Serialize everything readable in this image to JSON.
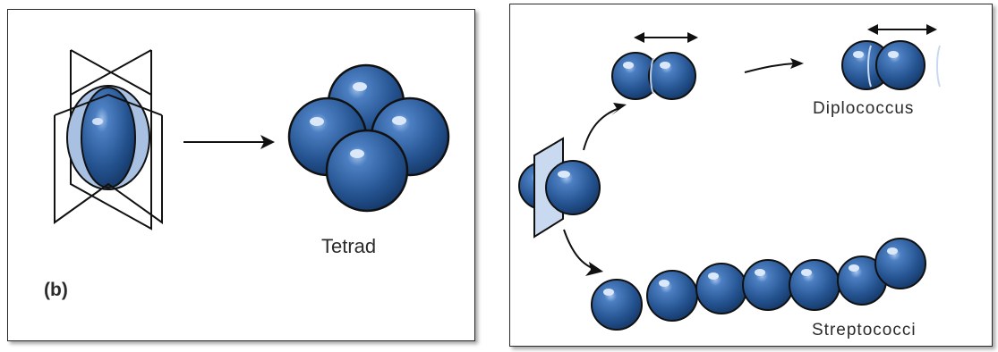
{
  "colors": {
    "cell_fill": "#2f5f9e",
    "cell_dark": "#1b3f73",
    "cell_light": "#8aa9d6",
    "outline": "#111111",
    "text": "#2b2b2b"
  },
  "left_panel": {
    "part_label": "(b)",
    "result_label": "Tetrad"
  },
  "right_panel": {
    "top_label": "Diplococcus",
    "bottom_label": "Streptococci"
  },
  "icons": [
    "division-planes-icon",
    "arrow-right-icon",
    "double-arrow-icon"
  ]
}
